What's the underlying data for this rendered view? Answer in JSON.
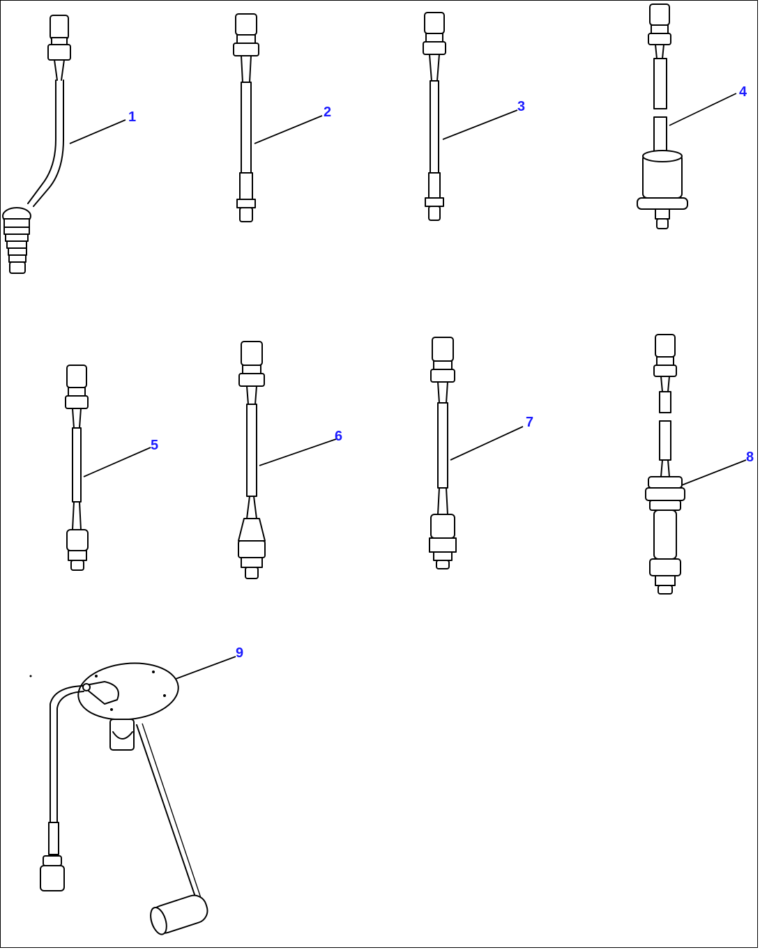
{
  "callouts": {
    "c1": "1",
    "c2": "2",
    "c3": "3",
    "c4": "4",
    "c5": "5",
    "c6": "6",
    "c7": "7",
    "c8": "8",
    "c9": "9"
  },
  "colors": {
    "callout": "#1a1aff",
    "line": "#000000",
    "background": "#ffffff"
  }
}
